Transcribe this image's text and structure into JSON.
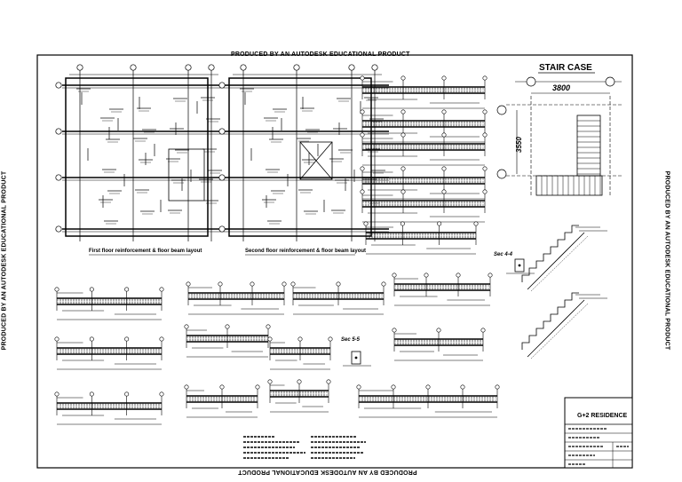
{
  "watermarks": {
    "top": "PRODUCED BY AN AUTODESK EDUCATIONAL PRODUCT",
    "bottom": "PRODUCED BY AN AUTODESK EDUCATIONAL PRODUCT",
    "left": "PRODUCED BY AN AUTODESK EDUCATIONAL PRODUCT",
    "right": "PRODUCED BY AN AUTODESK EDUCATIONAL PRODUCT"
  },
  "plans": {
    "first_caption": "First floor reinforcement & floor beam layout",
    "second_caption": "Second floor reinforcement & floor beam layout"
  },
  "staircase": {
    "title": "STAIR CASE",
    "width_dim": "3800",
    "height_dim": "3550"
  },
  "sections": {
    "sec_4": "Sec 4-4",
    "sec_5": "Sec 5-5"
  },
  "title_block": {
    "project": "G+2 RESIDENCE"
  },
  "icons": {
    "grid_marker": "grid-bubble-icon",
    "stair": "stair-symbol-icon"
  }
}
